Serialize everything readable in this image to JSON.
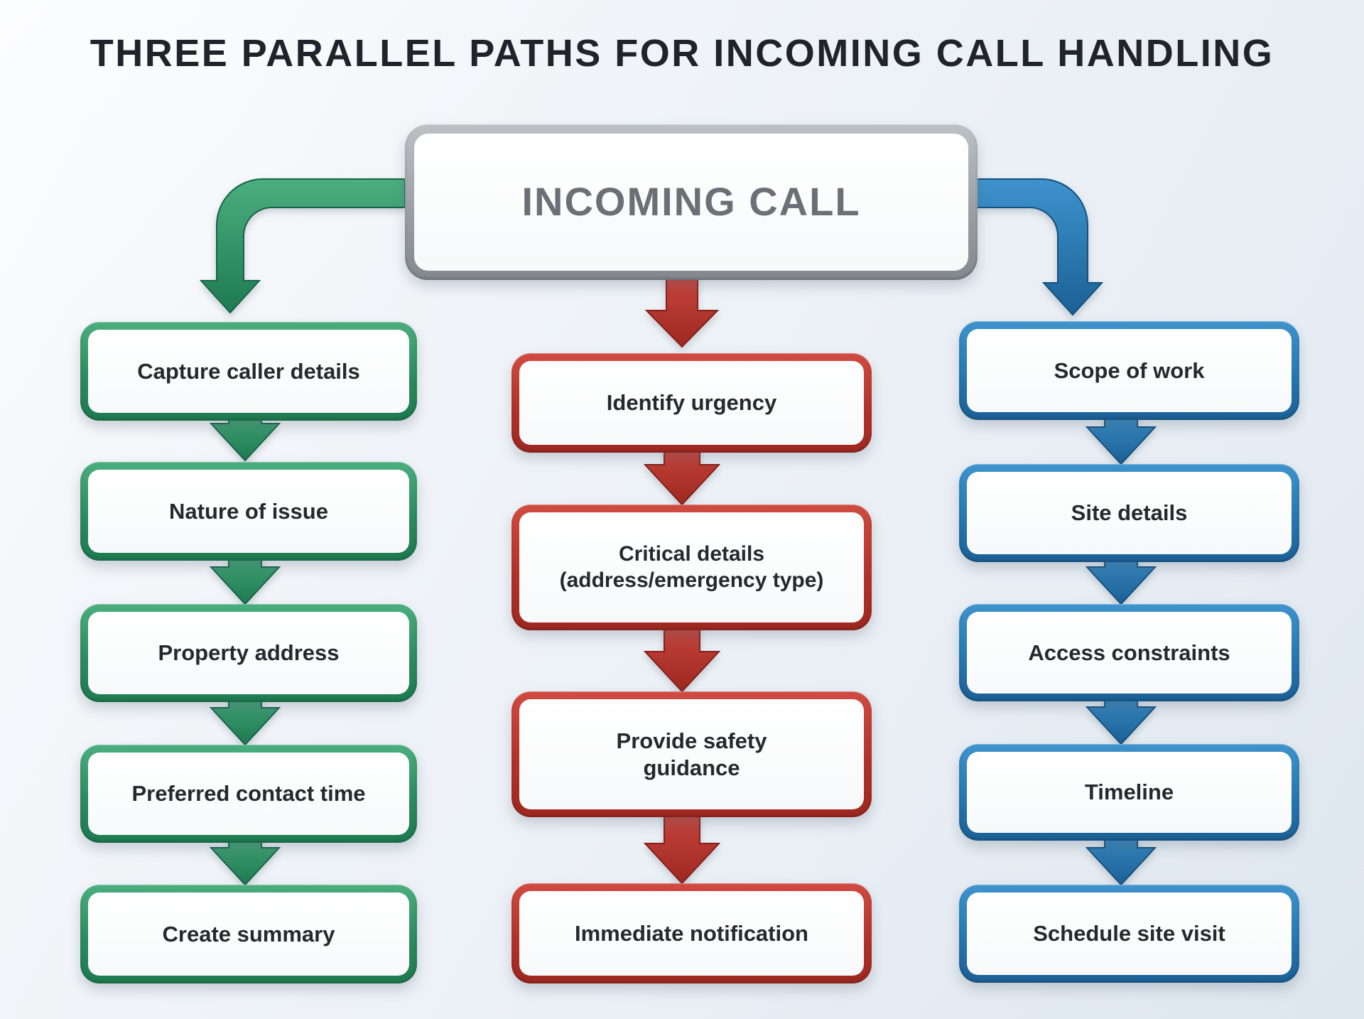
{
  "title": "THREE PARALLEL PATHS FOR INCOMING CALL HANDLING",
  "root": {
    "label": "INCOMING CALL",
    "border_color": "#9ba0a5",
    "text_color": "#6b7076"
  },
  "colors": {
    "green_path": "#2c8b60",
    "red_path": "#b3322a",
    "blue_path": "#2677b2",
    "box_fill": "#fbfcfd",
    "background": "#edf1f6",
    "title_text": "#20242a"
  },
  "columns": [
    {
      "id": "green-path",
      "accent": "#2c8b60",
      "steps": [
        "Capture caller details",
        "Nature of issue",
        "Property address",
        "Preferred contact time",
        "Create summary"
      ]
    },
    {
      "id": "red-path",
      "accent": "#b3322a",
      "steps": [
        "Identify urgency",
        "Critical details\n(address/emergency type)",
        "Provide safety\nguidance",
        "Immediate notification"
      ]
    },
    {
      "id": "blue-path",
      "accent": "#2677b2",
      "steps": [
        "Scope of work",
        "Site details",
        "Access constraints",
        "Timeline",
        "Schedule site visit"
      ]
    }
  ]
}
